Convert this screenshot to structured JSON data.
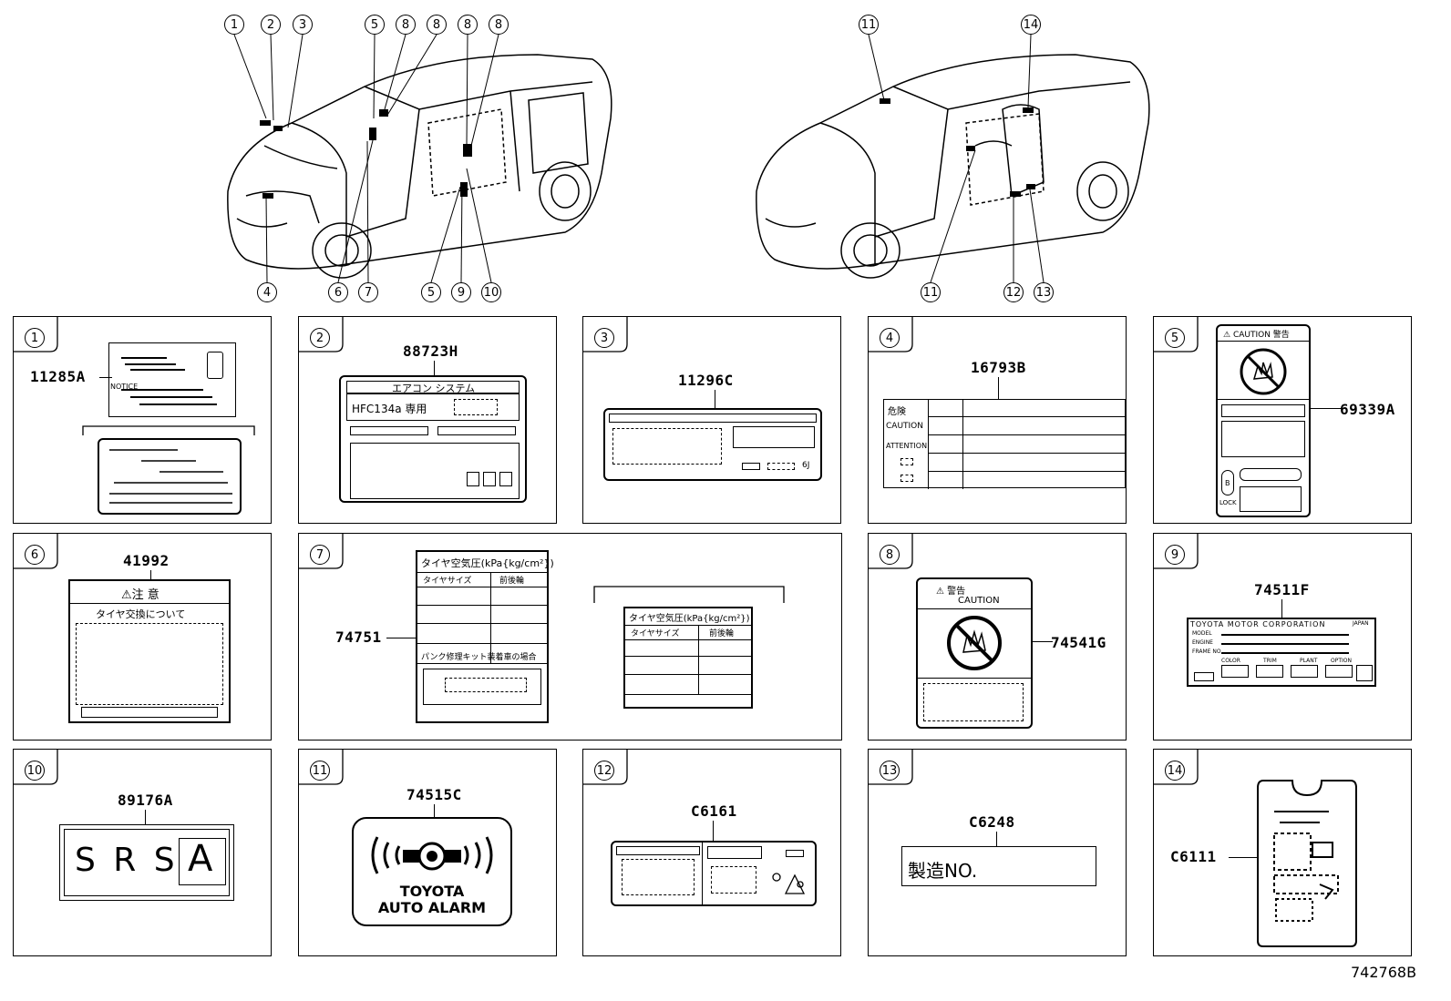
{
  "diagram_code": "742768B",
  "overview_callouts": {
    "left_top": [
      "1",
      "2",
      "3",
      "5",
      "8",
      "8",
      "8",
      "8"
    ],
    "left_bottom": [
      "4",
      "6",
      "7",
      "5",
      "9",
      "10"
    ],
    "right_top": [
      "11",
      "14"
    ],
    "right_bottom": [
      "11",
      "12",
      "13"
    ]
  },
  "panels": [
    {
      "num": "1",
      "part": "11285A",
      "text": [
        "NOTICE"
      ]
    },
    {
      "num": "2",
      "part": "88723H",
      "text": [
        "エアコン システム",
        "HFC134a 専用"
      ]
    },
    {
      "num": "3",
      "part": "11296C",
      "text": [
        "6J"
      ]
    },
    {
      "num": "4",
      "part": "16793B",
      "text": [
        "危険",
        "CAUTION",
        "ATTENTION"
      ]
    },
    {
      "num": "5",
      "part": "69339A",
      "text": [
        "CAUTION 警告",
        "LOCK",
        "B"
      ]
    },
    {
      "num": "6",
      "part": "41992",
      "text": [
        "注 意",
        "タイヤ交換について"
      ]
    },
    {
      "num": "7",
      "part": "74751",
      "text": [
        "タイヤ空気圧(kPa{kg/cm²})",
        "タイヤサイズ",
        "前後輪",
        "パンク修理キット装着車の場合"
      ]
    },
    {
      "num": "8",
      "part": "74541G",
      "text": [
        "警告",
        "CAUTION"
      ]
    },
    {
      "num": "9",
      "part": "74511F",
      "text": [
        "TOYOTA MOTOR CORPORATION",
        "JAPAN",
        "MODEL",
        "ENGINE",
        "FRAME NO.",
        "COLOR",
        "TRIM",
        "PLANT",
        "OPTION"
      ]
    },
    {
      "num": "10",
      "part": "89176A",
      "text": [
        "S R S",
        "A"
      ]
    },
    {
      "num": "11",
      "part": "74515C",
      "text": [
        "TOYOTA",
        "AUTO ALARM"
      ]
    },
    {
      "num": "12",
      "part": "C6161",
      "text": []
    },
    {
      "num": "13",
      "part": "C6248",
      "text": [
        "製造NO."
      ]
    },
    {
      "num": "14",
      "part": "C6111",
      "text": []
    }
  ]
}
